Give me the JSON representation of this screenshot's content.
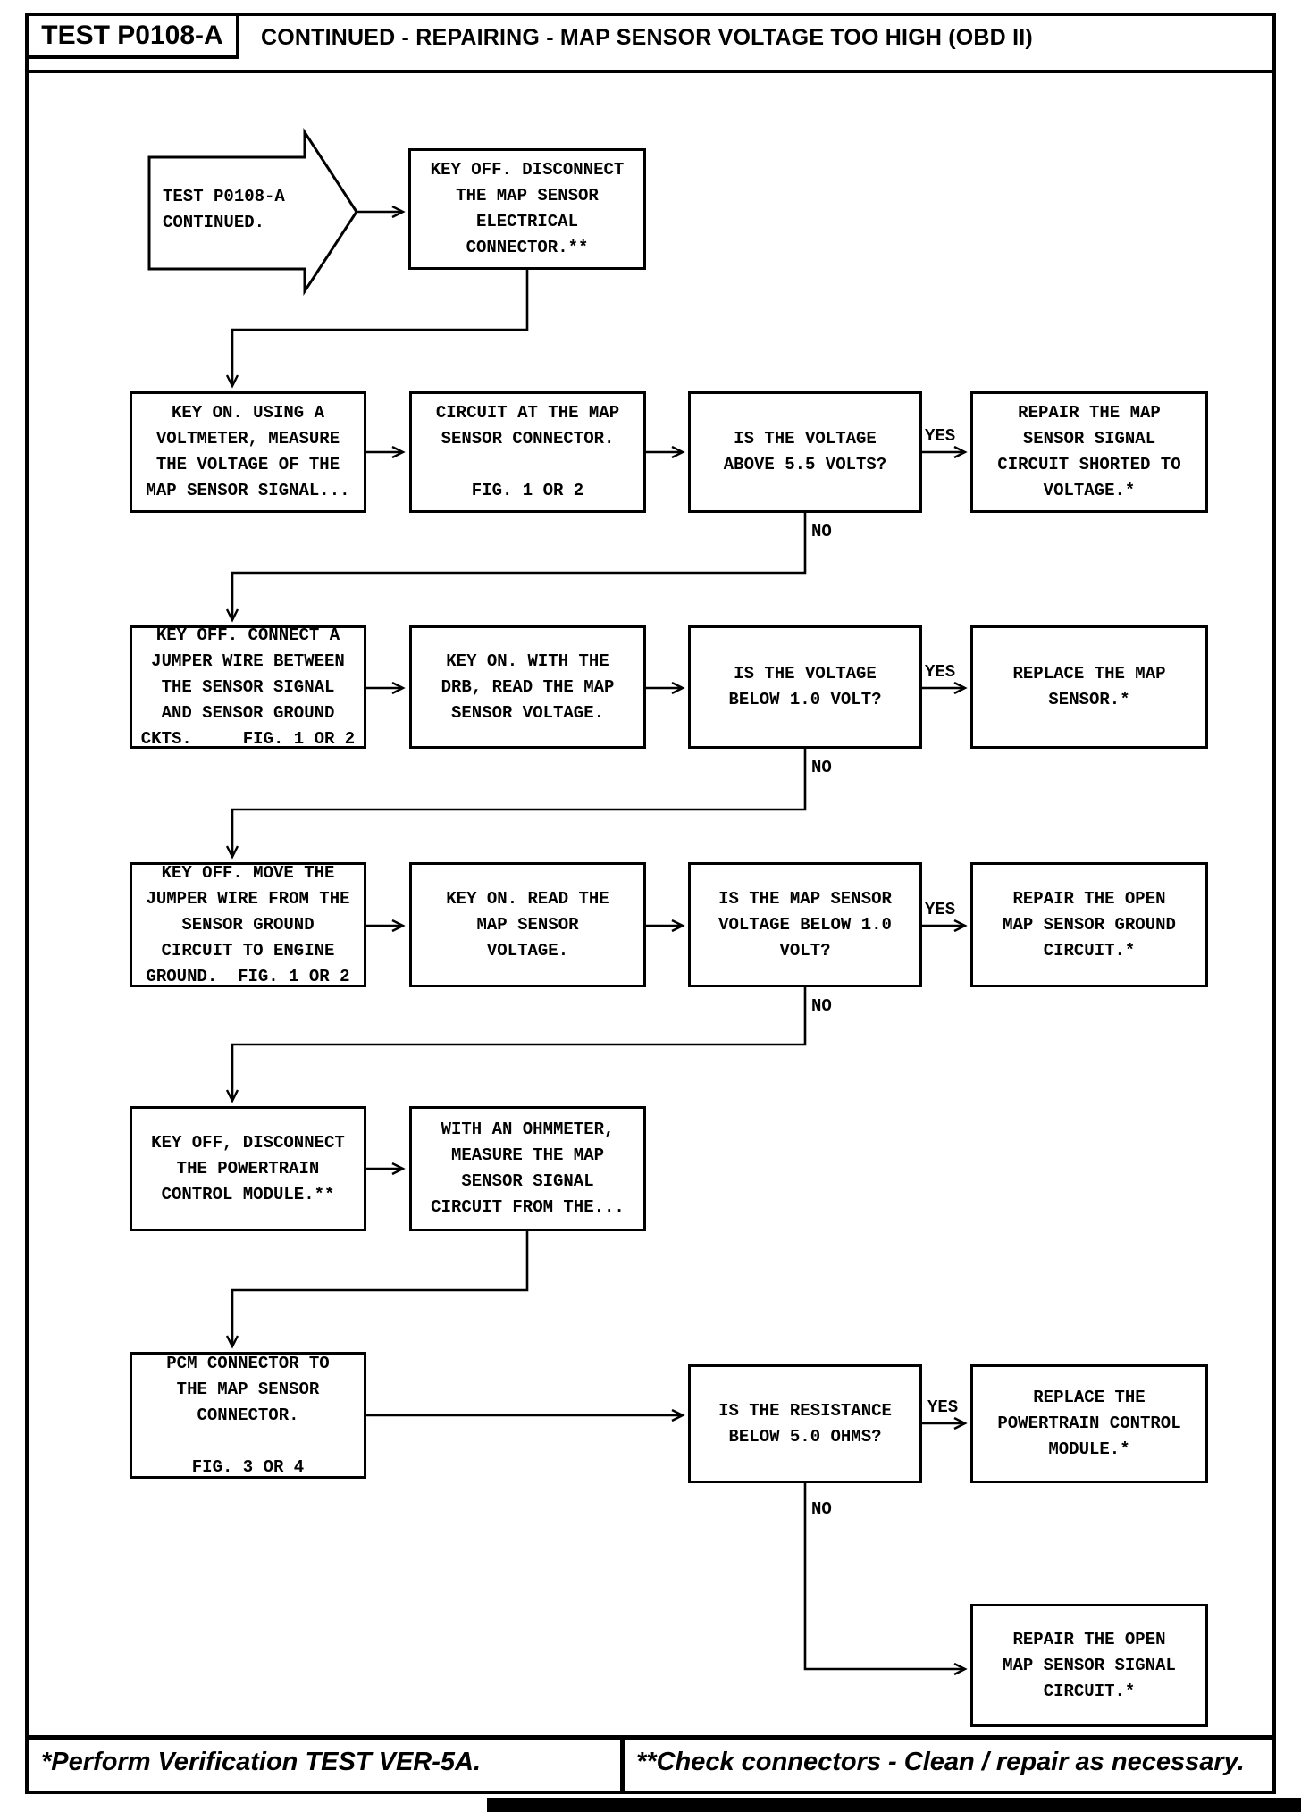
{
  "header": {
    "test_label": "TEST P0108-A",
    "title": "CONTINUED - REPAIRING - MAP SENSOR VOLTAGE TOO HIGH (OBD II)"
  },
  "flowchart": {
    "start": "TEST P0108-A\nCONTINUED.",
    "nodes": {
      "disconnect_connector": "KEY OFF. DISCONNECT\nTHE MAP SENSOR\nELECTRICAL\nCONNECTOR.**",
      "measure_voltage": "KEY ON. USING A\nVOLTMETER, MEASURE\nTHE VOLTAGE OF THE\nMAP SENSOR SIGNAL...",
      "circuit_at_connector": "CIRCUIT AT THE MAP\nSENSOR CONNECTOR.\n\nFIG. 1 OR 2",
      "q_voltage_above_5_5": "IS THE VOLTAGE\nABOVE 5.5 VOLTS?",
      "repair_shorted_circuit": "REPAIR THE MAP\nSENSOR SIGNAL\nCIRCUIT SHORTED TO\nVOLTAGE.*",
      "connect_jumper": "KEY OFF. CONNECT A\nJUMPER WIRE BETWEEN\nTHE SENSOR SIGNAL\nAND SENSOR GROUND\nCKTS.     FIG. 1 OR 2",
      "drb_read_voltage": "KEY ON. WITH THE\nDRB, READ THE MAP\nSENSOR VOLTAGE.",
      "q_voltage_below_1_0": "IS THE VOLTAGE\nBELOW 1.0 VOLT?",
      "replace_map_sensor": "REPLACE THE MAP\nSENSOR.*",
      "move_jumper": "KEY OFF. MOVE THE\nJUMPER WIRE FROM THE\nSENSOR GROUND\nCIRCUIT TO ENGINE\nGROUND.  FIG. 1 OR 2",
      "read_map_voltage": "KEY ON. READ THE\nMAP SENSOR\nVOLTAGE.",
      "q_map_voltage_below_1_0": "IS THE MAP SENSOR\nVOLTAGE BELOW 1.0\nVOLT?",
      "repair_open_ground": "REPAIR THE OPEN\nMAP SENSOR GROUND\nCIRCUIT.*",
      "disconnect_pcm": "KEY OFF, DISCONNECT\nTHE POWERTRAIN\nCONTROL MODULE.**",
      "ohmmeter_measure": "WITH AN OHMMETER,\nMEASURE THE MAP\nSENSOR SIGNAL\nCIRCUIT FROM THE...",
      "pcm_to_sensor_connector": "PCM CONNECTOR TO\nTHE MAP SENSOR\nCONNECTOR.\n\nFIG. 3 OR 4",
      "q_resistance_below_5_0": "IS THE RESISTANCE\nBELOW 5.0 OHMS?",
      "replace_pcm": "REPLACE THE\nPOWERTRAIN CONTROL\nMODULE.*",
      "repair_open_signal": "REPAIR THE OPEN\nMAP SENSOR SIGNAL\nCIRCUIT.*"
    },
    "labels": {
      "yes": "YES",
      "no": "NO"
    }
  },
  "footer": {
    "left_note": "*Perform Verification TEST VER-5A.",
    "right_note": "**Check connectors - Clean / repair as necessary."
  }
}
